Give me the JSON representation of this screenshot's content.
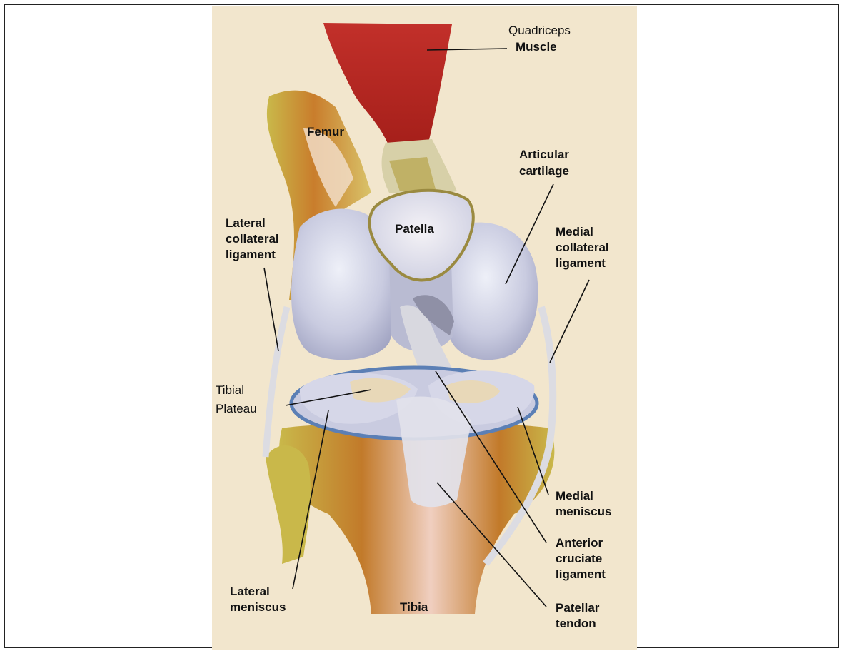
{
  "labels": {
    "quadriceps": [
      "Quadriceps",
      "Muscle"
    ],
    "femur": [
      "Femur"
    ],
    "articular": [
      "Articular",
      "cartilage"
    ],
    "patella": [
      "Patella"
    ],
    "lcl": [
      "Lateral",
      "collateral",
      "ligament"
    ],
    "mcl": [
      "Medial",
      "collateral",
      "ligament"
    ],
    "tibial_plateau": [
      "Tibial",
      "Plateau"
    ],
    "medial_meniscus": [
      "Medial",
      "meniscus"
    ],
    "acl": [
      "Anterior",
      "cruciate",
      "ligament"
    ],
    "lateral_meniscus": [
      "Lateral",
      "meniscus"
    ],
    "tibia": [
      "Tibia"
    ],
    "patellar_tendon": [
      "Patellar",
      "tendon"
    ]
  },
  "colors": {
    "background": "#f2e6cd",
    "muscle": "#b52a22",
    "bone_yellow": "#c9b84a",
    "bone_orange": "#c27a2a",
    "cartilage": "#c9cbe0",
    "meniscus_blue": "#5b7fb5",
    "ligament": "#dcdce2"
  }
}
